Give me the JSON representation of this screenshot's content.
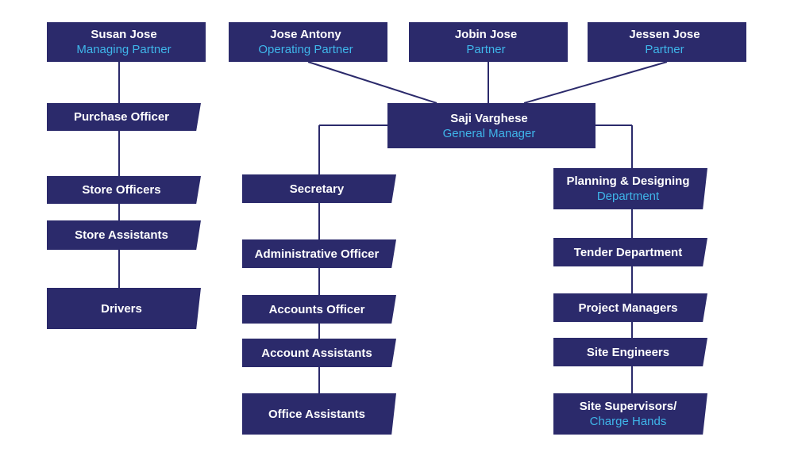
{
  "partners": {
    "susan": {
      "name": "Susan Jose",
      "role": "Managing Partner"
    },
    "antony": {
      "name": "Jose Antony",
      "role": "Operating Partner"
    },
    "jobin": {
      "name": "Jobin Jose",
      "role": "Partner"
    },
    "jessen": {
      "name": "Jessen Jose",
      "role": "Partner"
    }
  },
  "gm": {
    "name": "Saji Varghese",
    "role": "General Manager"
  },
  "left_column": {
    "purchase": "Purchase Officer",
    "store_officers": "Store Officers",
    "store_assistants": "Store Assistants",
    "drivers": "Drivers"
  },
  "middle_column": {
    "secretary": "Secretary",
    "admin": "Administrative Officer",
    "accounts_officer": "Accounts Officer",
    "account_assistants": "Account Assistants",
    "office_assistants": "Office Assistants"
  },
  "right_column": {
    "planning": {
      "line1": "Planning & Designing",
      "line2": "Department"
    },
    "tender": "Tender Department",
    "project_managers": "Project Managers",
    "site_engineers": "Site Engineers",
    "site_supervisors": {
      "line1": "Site Supervisors/",
      "line2": "Charge Hands"
    }
  },
  "colors": {
    "box": "#2b2a6b",
    "subtitle": "#3fb6ea",
    "line": "#2b2a6b"
  }
}
